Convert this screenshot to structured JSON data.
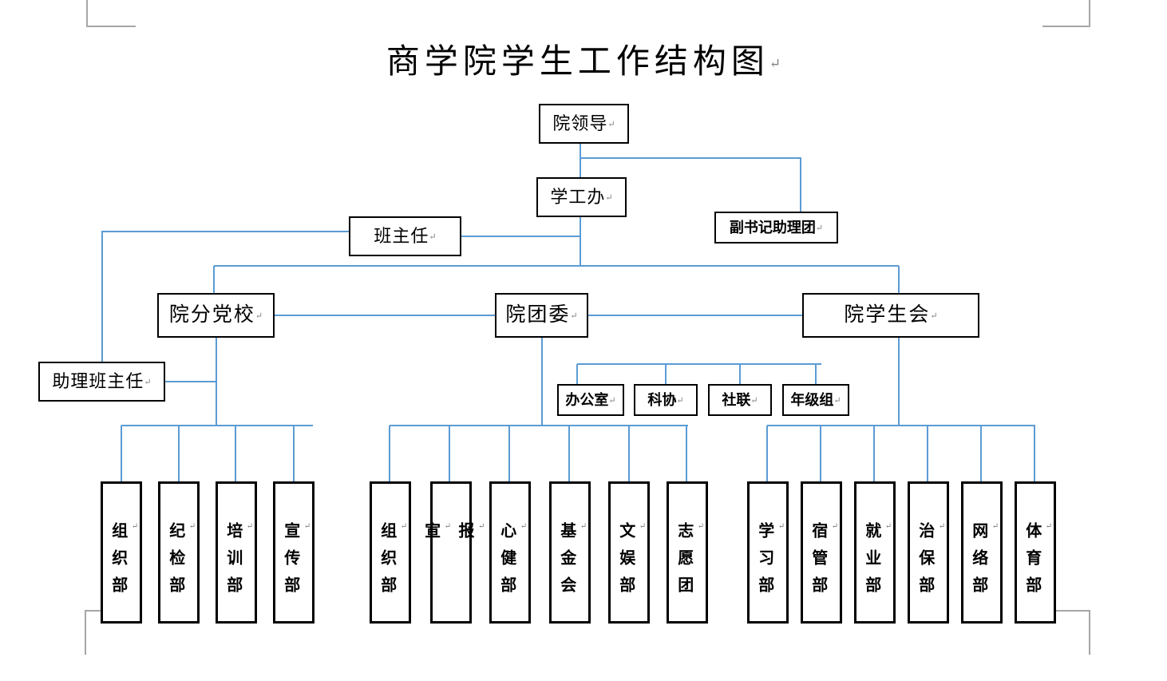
{
  "document": {
    "title": "商学院学生工作结构图",
    "title_pilcrow": "↵",
    "page_marks": [
      "crop-top-left",
      "crop-top-right",
      "crop-bottom-left",
      "crop-bottom-right"
    ],
    "colors": {
      "connector": "#5b9bd5",
      "box_border": "#000000",
      "text": "#000000",
      "crop_mark": "#a6a6a6",
      "background": "#ffffff"
    }
  },
  "chart_data": {
    "type": "diagram",
    "diagram_type": "organizational-chart",
    "title": "商学院学生工作结构图",
    "orientation": "top-down",
    "nodes": [
      {
        "id": "yuan-ling-dao",
        "label": "院领导",
        "level": 1,
        "text_direction": "horizontal"
      },
      {
        "id": "xue-gong-ban",
        "label": "学工办",
        "level": 2,
        "text_direction": "horizontal"
      },
      {
        "id": "fu-shu-ji-zhu-li",
        "label": "副书记助理团",
        "level": 3,
        "text_direction": "horizontal"
      },
      {
        "id": "ban-zhu-ren",
        "label": "班主任",
        "level": 3,
        "text_direction": "horizontal"
      },
      {
        "id": "yuan-fen-dang-xiao",
        "label": "院分党校",
        "level": 4,
        "text_direction": "horizontal"
      },
      {
        "id": "yuan-tuan-wei",
        "label": "院团委",
        "level": 4,
        "text_direction": "horizontal"
      },
      {
        "id": "yuan-xue-sheng-hui",
        "label": "院学生会",
        "level": 4,
        "text_direction": "horizontal"
      },
      {
        "id": "zhu-li-ban-zhu-ren",
        "label": "助理班主任",
        "level": 5,
        "text_direction": "horizontal"
      },
      {
        "id": "ban-gong-shi",
        "label": "办公室",
        "level": 5,
        "text_direction": "horizontal"
      },
      {
        "id": "ke-xie",
        "label": "科协",
        "level": 5,
        "text_direction": "horizontal"
      },
      {
        "id": "she-lian",
        "label": "社联",
        "level": 5,
        "text_direction": "horizontal"
      },
      {
        "id": "nian-ji-zu",
        "label": "年级组",
        "level": 5,
        "text_direction": "horizontal"
      }
    ],
    "edges": [
      {
        "from": "yuan-ling-dao",
        "to": "xue-gong-ban"
      },
      {
        "from": "yuan-ling-dao",
        "to": "fu-shu-ji-zhu-li"
      },
      {
        "from": "xue-gong-ban",
        "to": "ban-zhu-ren"
      },
      {
        "from": "xue-gong-ban",
        "to": "yuan-fen-dang-xiao"
      },
      {
        "from": "xue-gong-ban",
        "to": "yuan-tuan-wei"
      },
      {
        "from": "xue-gong-ban",
        "to": "yuan-xue-sheng-hui"
      },
      {
        "from": "ban-zhu-ren",
        "to": "zhu-li-ban-zhu-ren"
      },
      {
        "from": "yuan-fen-dang-xiao",
        "to": "zhu-li-ban-zhu-ren"
      },
      {
        "from": "yuan-tuan-wei",
        "to": "ban-gong-shi"
      },
      {
        "from": "yuan-tuan-wei",
        "to": "ke-xie"
      },
      {
        "from": "yuan-tuan-wei",
        "to": "she-lian"
      },
      {
        "from": "yuan-tuan-wei",
        "to": "nian-ji-zu"
      },
      {
        "from": "yuan-fen-dang-xiao",
        "to": "group-dang-xiao-departments"
      },
      {
        "from": "yuan-tuan-wei",
        "to": "group-tuan-wei-departments"
      },
      {
        "from": "yuan-xue-sheng-hui",
        "to": "group-xue-sheng-hui-departments"
      }
    ],
    "leaf_groups": [
      {
        "id": "group-dang-xiao-departments",
        "parent": "yuan-fen-dang-xiao",
        "items": [
          "组织部",
          "纪检部",
          "培训部",
          "宣传部"
        ]
      },
      {
        "id": "group-tuan-wei-departments",
        "parent": "yuan-tuan-wei",
        "items": [
          "组织部",
          "宣\n\n报",
          "心健部",
          "基金会",
          "文娱部",
          "志愿团"
        ]
      },
      {
        "id": "group-xue-sheng-hui-departments",
        "parent": "yuan-xue-sheng-hui",
        "items": [
          "学习部",
          "宿管部",
          "就业部",
          "治保部",
          "网络部",
          "体育部"
        ]
      }
    ]
  },
  "nodes": {
    "yuan_ling_dao": {
      "label": "院领导"
    },
    "xue_gong_ban": {
      "label": "学工办"
    },
    "fu_shu_ji_zhu_li": {
      "label": "副书记助理团"
    },
    "ban_zhu_ren": {
      "label": "班主任"
    },
    "yuan_fen_dang_xiao": {
      "label": "院分党校"
    },
    "yuan_tuan_wei": {
      "label": "院团委"
    },
    "yuan_xue_sheng_hui": {
      "label": "院学生会"
    },
    "zhu_li_ban_zhu_ren": {
      "label": "助理班主任"
    },
    "ban_gong_shi": {
      "label": "办公室"
    },
    "ke_xie": {
      "label": "科协"
    },
    "she_lian": {
      "label": "社联"
    },
    "nian_ji_zu": {
      "label": "年级组"
    }
  },
  "left_departments": [
    {
      "label": "组织部"
    },
    {
      "label": "纪检部"
    },
    {
      "label": "培训部"
    },
    {
      "label": "宣传部"
    }
  ],
  "middle_departments": [
    {
      "label": "组织部"
    },
    {
      "label": "宣",
      "label2": "报"
    },
    {
      "label": "心健部"
    },
    {
      "label": "基金会"
    },
    {
      "label": "文娱部"
    },
    {
      "label": "志愿团"
    }
  ],
  "right_departments": [
    {
      "label": "学习部"
    },
    {
      "label": "宿管部"
    },
    {
      "label": "就业部"
    },
    {
      "label": "治保部"
    },
    {
      "label": "网络部"
    },
    {
      "label": "体育部"
    }
  ],
  "pilcrow": "↵"
}
